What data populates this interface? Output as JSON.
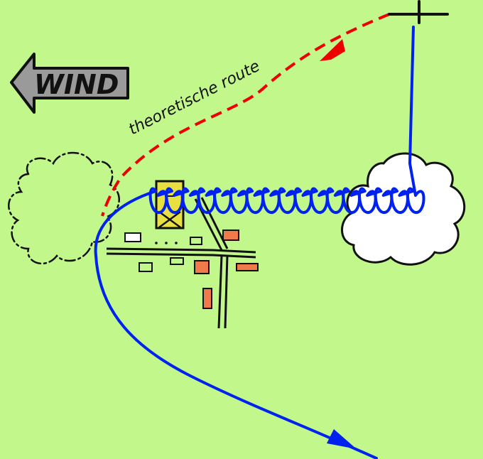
{
  "colors": {
    "background": "#c2f78c",
    "actual_route": "#0022ee",
    "theoretical_route": "#ee0000",
    "cloud_fill": "#ffffff",
    "wind_arrow_fill": "#9a9a9a",
    "building": "#f07a4a",
    "windmill": "#e8e040",
    "outline": "#111111"
  },
  "wind": {
    "label": "WIND",
    "direction": "left",
    "icon": "wind-arrow-icon"
  },
  "theoretical_route": {
    "label": "theoretische route",
    "style": "dashed"
  },
  "actual_route": {
    "style": "solid",
    "loops": 17
  },
  "icons": {
    "aircraft": "glider-icon",
    "cloud": "cloud-icon",
    "dissolving_cloud": "dissolving-cloud-icon",
    "village": "village-icon",
    "windmill": "windmill-icon"
  }
}
